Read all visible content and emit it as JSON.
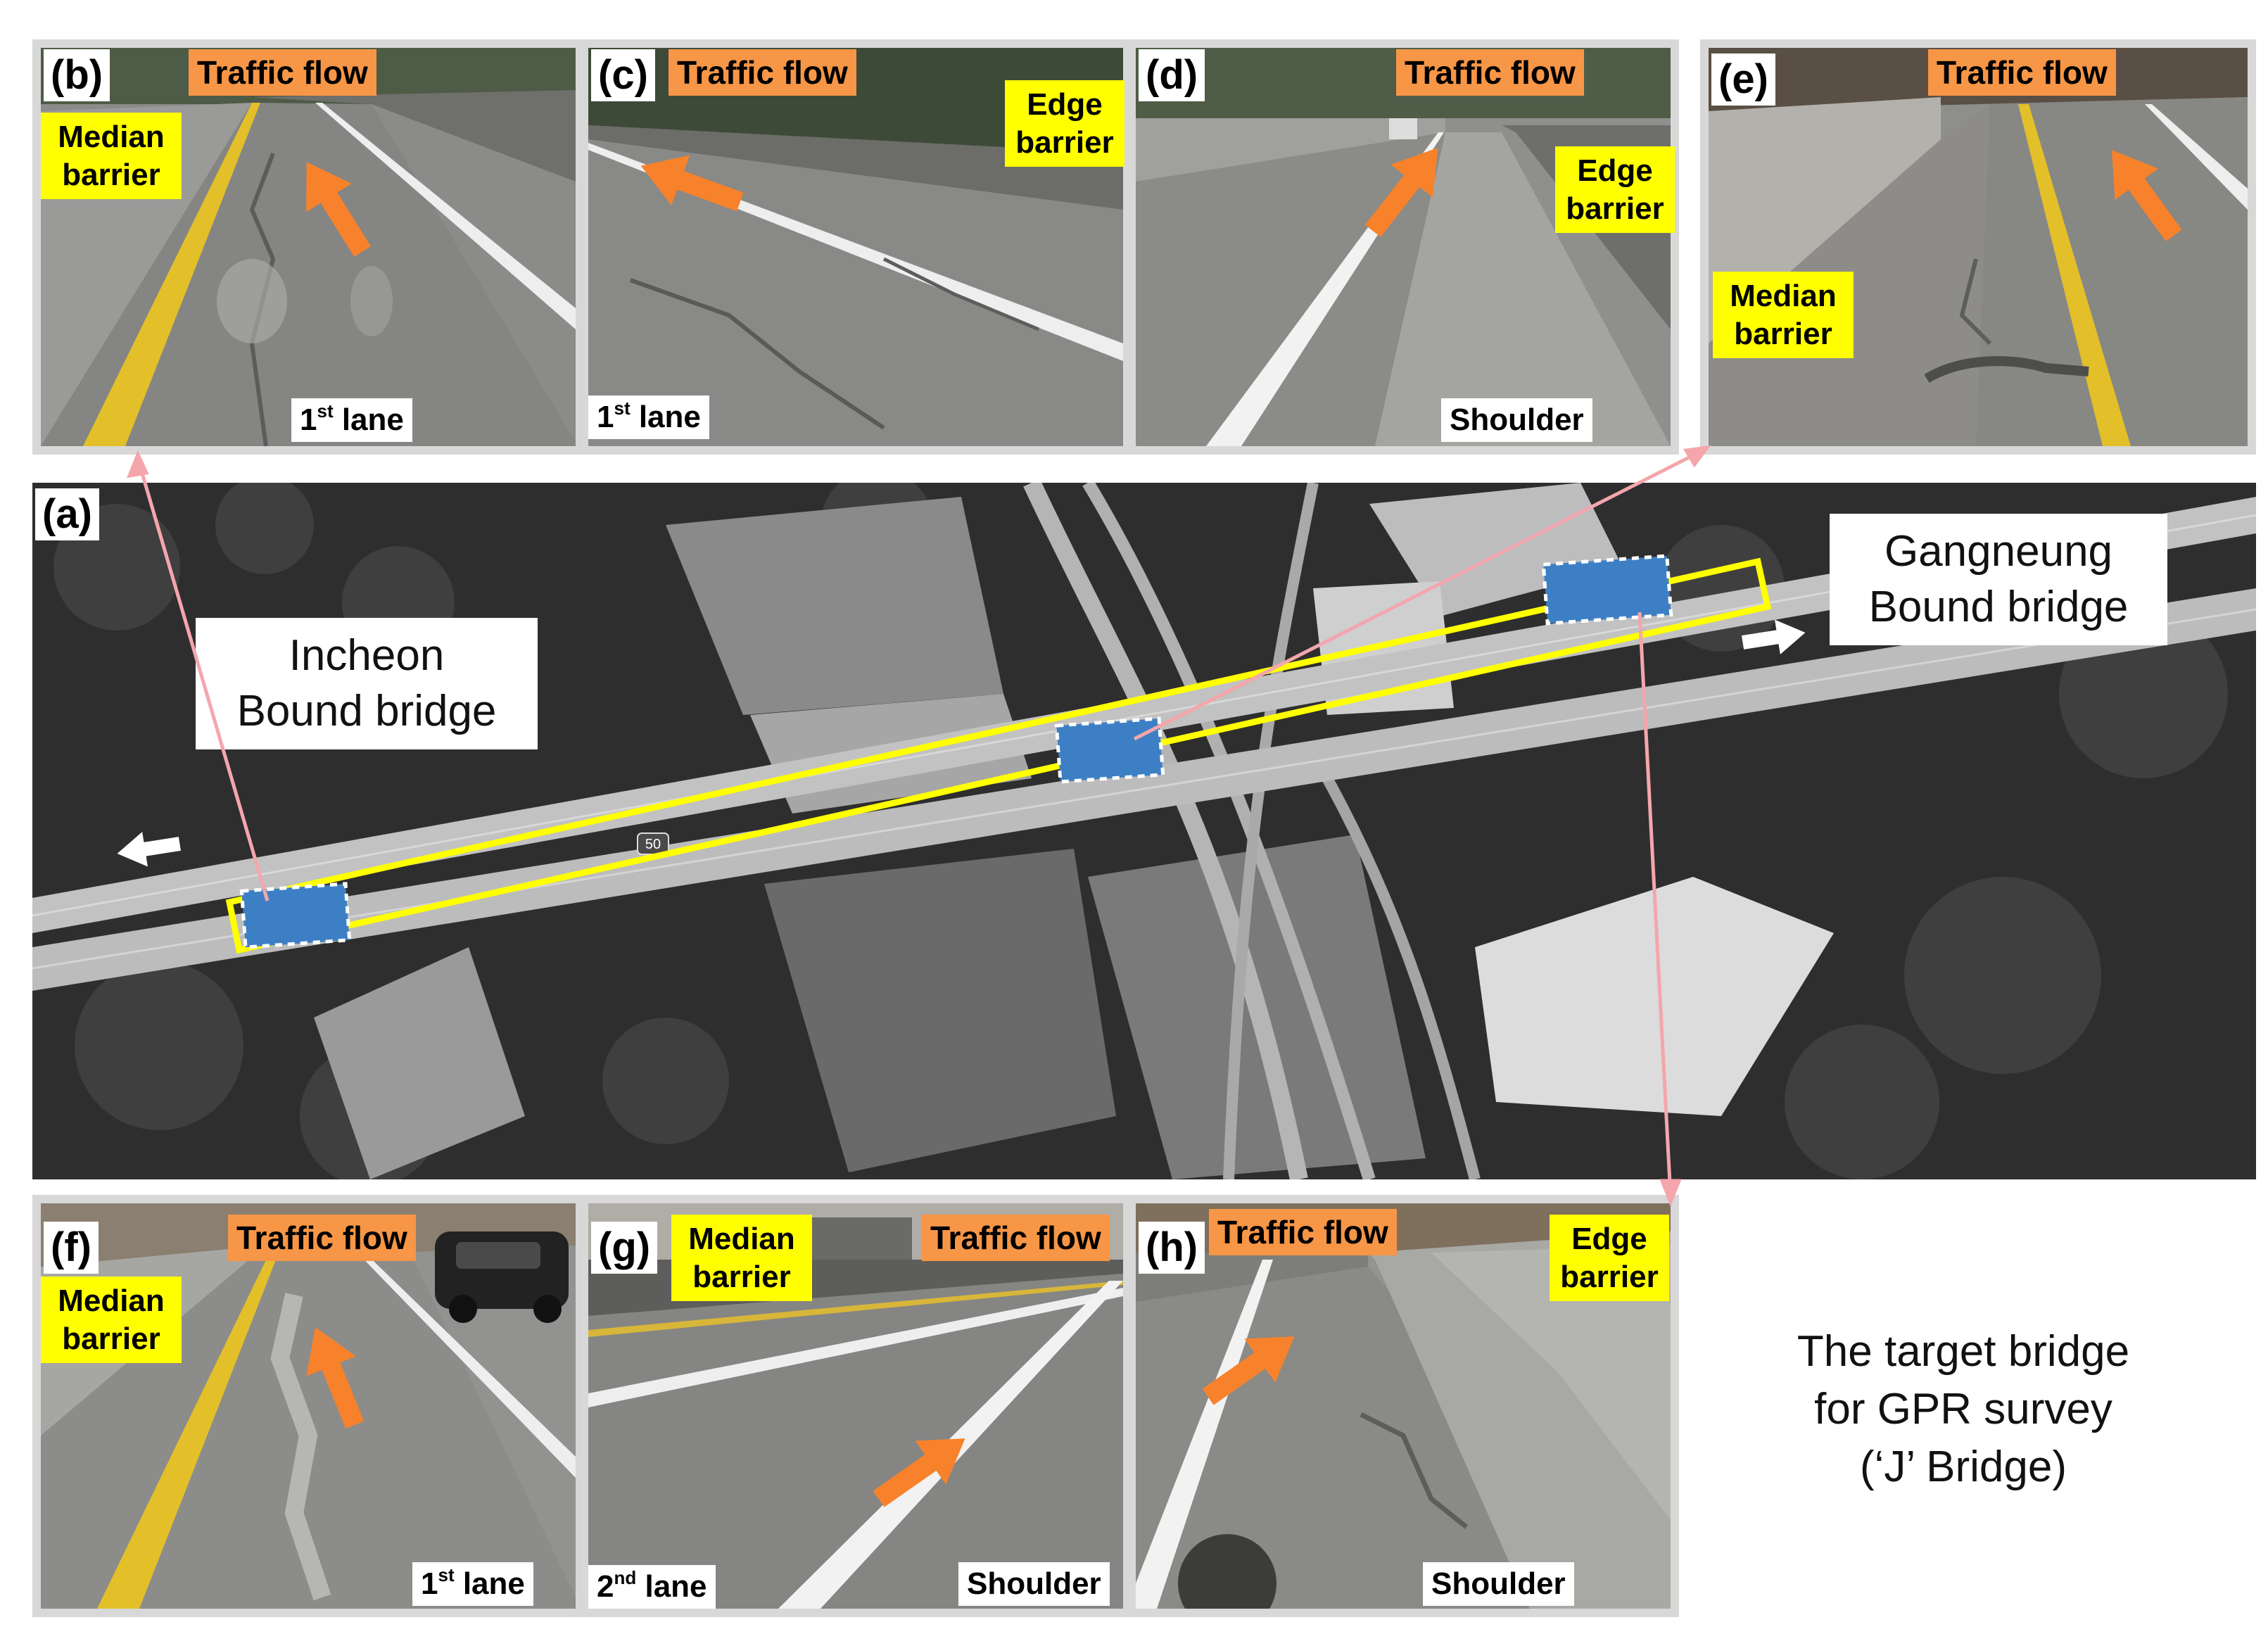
{
  "panels": {
    "a": {
      "label": "(a)"
    },
    "b": {
      "label": "(b)",
      "flow": "Traffic flow",
      "barrier": "Median barrier",
      "lane_num": "1",
      "lane_sup": "st",
      "lane_rest": " lane"
    },
    "c": {
      "label": "(c)",
      "flow": "Traffic flow",
      "barrier": "Edge barrier",
      "lane_num": "1",
      "lane_sup": "st",
      "lane_rest": " lane"
    },
    "d": {
      "label": "(d)",
      "flow": "Traffic flow",
      "barrier": "Edge barrier",
      "lane": "Shoulder"
    },
    "e": {
      "label": "(e)",
      "flow": "Traffic flow",
      "barrier": "Median barrier"
    },
    "f": {
      "label": "(f)",
      "flow": "Traffic flow",
      "barrier": "Median barrier",
      "lane_num": "1",
      "lane_sup": "st",
      "lane_rest": " lane"
    },
    "g": {
      "label": "(g)",
      "flow": "Traffic flow",
      "barrier": "Median barrier",
      "lane_num": "2",
      "lane_sup": "nd",
      "lane_rest": " lane",
      "lane2": "Shoulder"
    },
    "h": {
      "label": "(h)",
      "flow": "Traffic flow",
      "barrier": "Edge barrier",
      "lane": "Shoulder"
    }
  },
  "map": {
    "incheon": [
      "Incheon",
      "Bound bridge"
    ],
    "gangneung": [
      "Gangneung",
      "Bound bridge"
    ],
    "route_shield": "50"
  },
  "caption": [
    "The target bridge",
    "for GPR survey",
    "(‘J’ Bridge)"
  ],
  "colors": {
    "flow_label": "#f79646",
    "barrier_label": "#ffff00",
    "target_box": "#ffff00",
    "survey_zone": "#3d7fc4",
    "connector": "#f4a6ac",
    "arrow": "#f7822b"
  }
}
